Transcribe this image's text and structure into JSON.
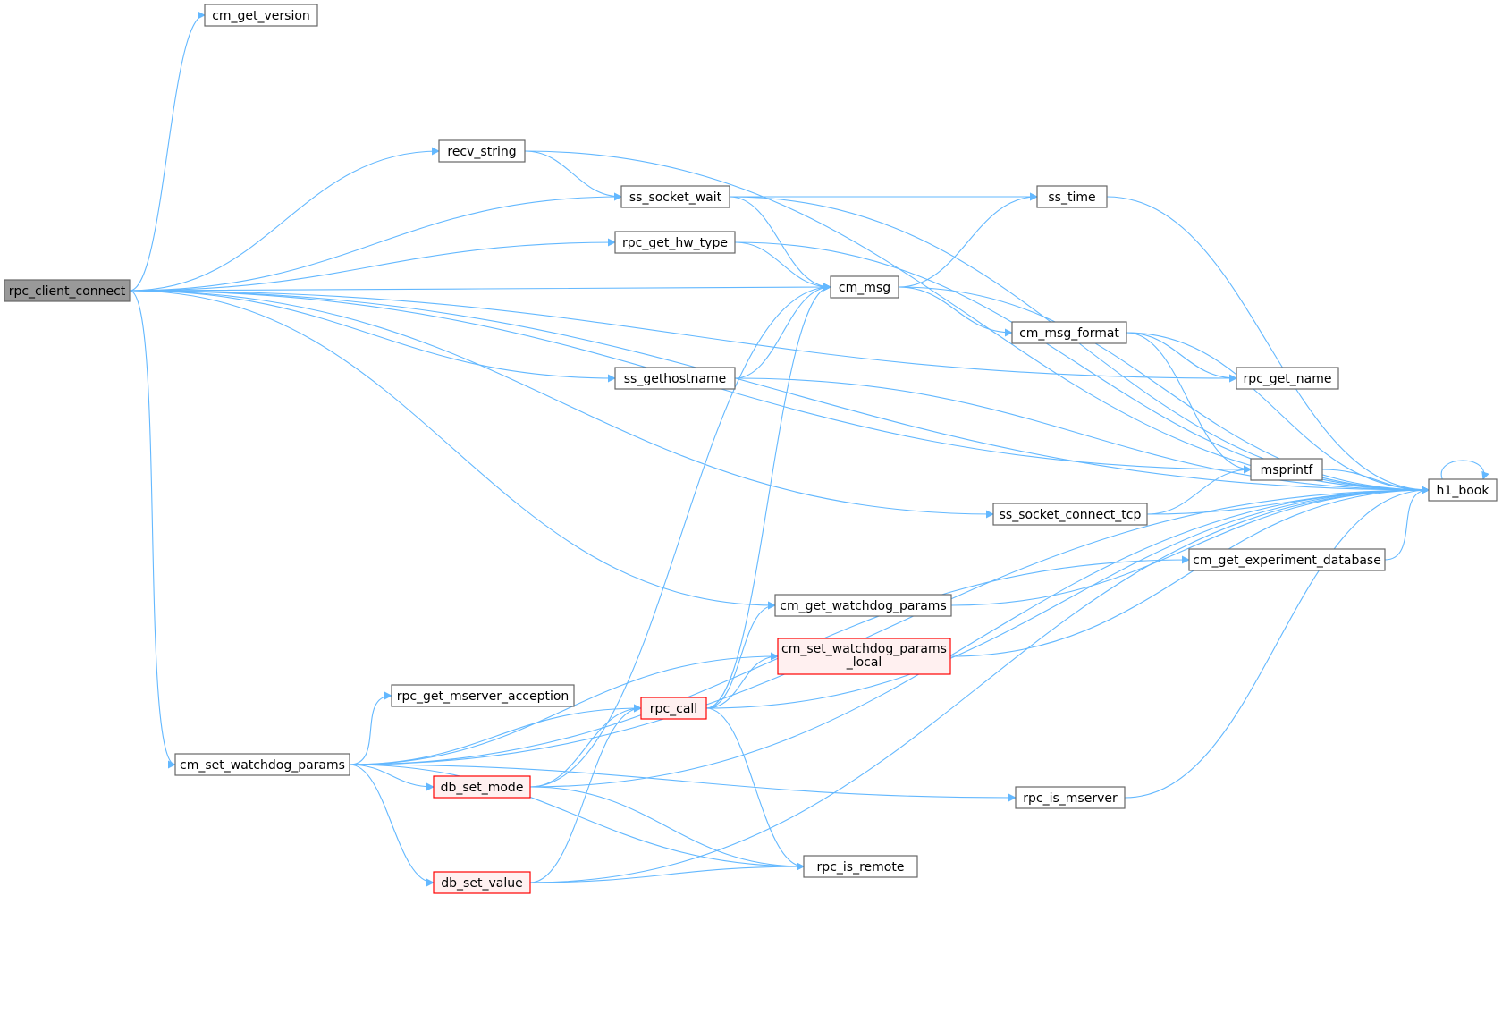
{
  "colors": {
    "edge": "#63b8ff",
    "node_border": "#666666",
    "node_fill": "#ffffff",
    "root_fill": "#999999",
    "root_border": "#666666",
    "truncated_border": "#ff0000",
    "truncated_fill": "#fff0f0"
  },
  "nodes": [
    {
      "id": "rpc_client_connect",
      "lines": [
        "rpc_client_connect"
      ],
      "kind": "root"
    },
    {
      "id": "cm_get_version",
      "lines": [
        "cm_get_version"
      ],
      "kind": "normal"
    },
    {
      "id": "recv_string",
      "lines": [
        "recv_string"
      ],
      "kind": "normal"
    },
    {
      "id": "ss_socket_wait",
      "lines": [
        "ss_socket_wait"
      ],
      "kind": "normal"
    },
    {
      "id": "rpc_get_hw_type",
      "lines": [
        "rpc_get_hw_type"
      ],
      "kind": "normal"
    },
    {
      "id": "cm_msg",
      "lines": [
        "cm_msg"
      ],
      "kind": "normal"
    },
    {
      "id": "ss_time",
      "lines": [
        "ss_time"
      ],
      "kind": "normal"
    },
    {
      "id": "cm_msg_format",
      "lines": [
        "cm_msg_format"
      ],
      "kind": "normal"
    },
    {
      "id": "ss_gethostname",
      "lines": [
        "ss_gethostname"
      ],
      "kind": "normal"
    },
    {
      "id": "rpc_get_name",
      "lines": [
        "rpc_get_name"
      ],
      "kind": "normal"
    },
    {
      "id": "msprintf",
      "lines": [
        "msprintf"
      ],
      "kind": "normal"
    },
    {
      "id": "h1_book",
      "lines": [
        "h1_book"
      ],
      "kind": "normal"
    },
    {
      "id": "ss_socket_connect_tcp",
      "lines": [
        "ss_socket_connect_tcp"
      ],
      "kind": "normal"
    },
    {
      "id": "cm_get_experiment_database",
      "lines": [
        "cm_get_experiment_database"
      ],
      "kind": "normal"
    },
    {
      "id": "cm_get_watchdog_params",
      "lines": [
        "cm_get_watchdog_params"
      ],
      "kind": "normal"
    },
    {
      "id": "cm_set_watchdog_params_local",
      "lines": [
        "cm_set_watchdog_params",
        "_local"
      ],
      "kind": "truncated"
    },
    {
      "id": "rpc_get_mserver_acception",
      "lines": [
        "rpc_get_mserver_acception"
      ],
      "kind": "normal"
    },
    {
      "id": "rpc_call",
      "lines": [
        "rpc_call"
      ],
      "kind": "truncated"
    },
    {
      "id": "cm_set_watchdog_params",
      "lines": [
        "cm_set_watchdog_params"
      ],
      "kind": "normal"
    },
    {
      "id": "db_set_mode",
      "lines": [
        "db_set_mode"
      ],
      "kind": "truncated"
    },
    {
      "id": "rpc_is_mserver",
      "lines": [
        "rpc_is_mserver"
      ],
      "kind": "normal"
    },
    {
      "id": "rpc_is_remote",
      "lines": [
        "rpc_is_remote"
      ],
      "kind": "normal"
    },
    {
      "id": "db_set_value",
      "lines": [
        "db_set_value"
      ],
      "kind": "truncated"
    }
  ],
  "edges": [
    [
      "rpc_client_connect",
      "cm_get_version"
    ],
    [
      "rpc_client_connect",
      "h1_book"
    ],
    [
      "rpc_client_connect",
      "recv_string"
    ],
    [
      "rpc_client_connect",
      "ss_socket_wait"
    ],
    [
      "rpc_client_connect",
      "rpc_get_hw_type"
    ],
    [
      "rpc_client_connect",
      "cm_msg"
    ],
    [
      "rpc_client_connect",
      "rpc_get_name"
    ],
    [
      "rpc_client_connect",
      "ss_gethostname"
    ],
    [
      "rpc_client_connect",
      "msprintf"
    ],
    [
      "rpc_client_connect",
      "ss_socket_connect_tcp"
    ],
    [
      "rpc_client_connect",
      "cm_get_watchdog_params"
    ],
    [
      "rpc_client_connect",
      "cm_set_watchdog_params"
    ],
    [
      "recv_string",
      "h1_book"
    ],
    [
      "recv_string",
      "ss_socket_wait"
    ],
    [
      "ss_socket_wait",
      "h1_book"
    ],
    [
      "ss_socket_wait",
      "ss_time"
    ],
    [
      "ss_socket_wait",
      "cm_msg"
    ],
    [
      "rpc_get_hw_type",
      "h1_book"
    ],
    [
      "rpc_get_hw_type",
      "cm_msg"
    ],
    [
      "ss_time",
      "h1_book"
    ],
    [
      "cm_msg",
      "ss_time"
    ],
    [
      "cm_msg",
      "h1_book"
    ],
    [
      "cm_msg",
      "cm_msg_format"
    ],
    [
      "cm_msg_format",
      "h1_book"
    ],
    [
      "cm_msg_format",
      "rpc_get_name"
    ],
    [
      "cm_msg_format",
      "msprintf"
    ],
    [
      "ss_gethostname",
      "cm_msg"
    ],
    [
      "ss_gethostname",
      "h1_book"
    ],
    [
      "msprintf",
      "h1_book"
    ],
    [
      "h1_book",
      "h1_book"
    ],
    [
      "ss_socket_connect_tcp",
      "msprintf"
    ],
    [
      "ss_socket_connect_tcp",
      "h1_book"
    ],
    [
      "cm_get_experiment_database",
      "h1_book"
    ],
    [
      "cm_get_watchdog_params",
      "h1_book"
    ],
    [
      "cm_set_watchdog_params_local",
      "h1_book"
    ],
    [
      "rpc_call",
      "cm_msg"
    ],
    [
      "rpc_call",
      "cm_get_watchdog_params"
    ],
    [
      "rpc_call",
      "cm_set_watchdog_params_local"
    ],
    [
      "rpc_call",
      "h1_book"
    ],
    [
      "rpc_call",
      "rpc_is_remote"
    ],
    [
      "cm_set_watchdog_params",
      "cm_get_experiment_database"
    ],
    [
      "cm_set_watchdog_params",
      "cm_set_watchdog_params_local"
    ],
    [
      "cm_set_watchdog_params",
      "rpc_get_mserver_acception"
    ],
    [
      "cm_set_watchdog_params",
      "rpc_call"
    ],
    [
      "cm_set_watchdog_params",
      "db_set_mode"
    ],
    [
      "cm_set_watchdog_params",
      "rpc_is_mserver"
    ],
    [
      "cm_set_watchdog_params",
      "db_set_value"
    ],
    [
      "cm_set_watchdog_params",
      "rpc_is_remote"
    ],
    [
      "cm_set_watchdog_params",
      "h1_book"
    ],
    [
      "db_set_mode",
      "cm_msg"
    ],
    [
      "db_set_mode",
      "rpc_call"
    ],
    [
      "db_set_mode",
      "h1_book"
    ],
    [
      "db_set_mode",
      "rpc_is_remote"
    ],
    [
      "rpc_is_mserver",
      "h1_book"
    ],
    [
      "db_set_value",
      "rpc_call"
    ],
    [
      "db_set_value",
      "rpc_is_remote"
    ],
    [
      "db_set_value",
      "h1_book"
    ]
  ]
}
